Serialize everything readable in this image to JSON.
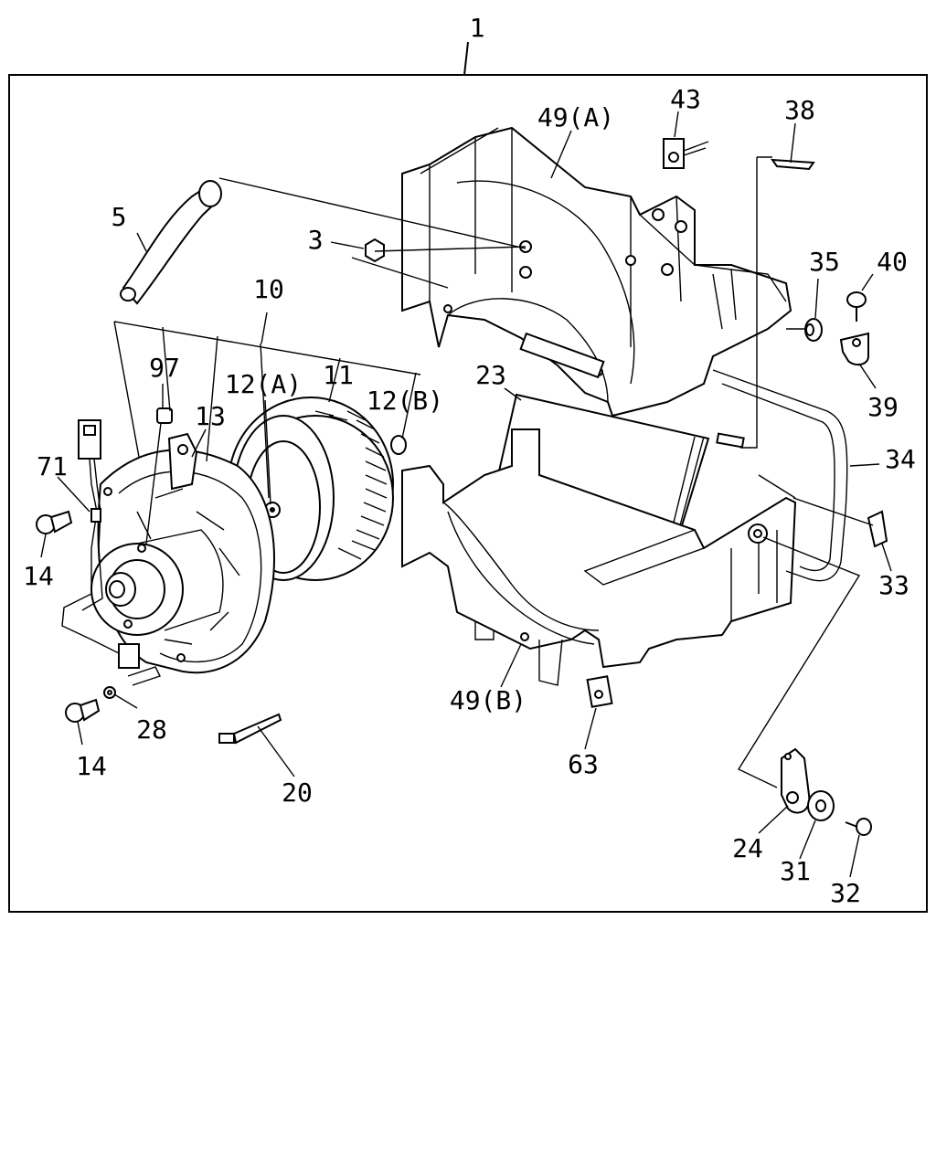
{
  "diagram": {
    "callouts": {
      "assembly": "1",
      "c3": "3",
      "c5": "5",
      "c10": "10",
      "c11": "11",
      "c12a": "12(A)",
      "c12b": "12(B)",
      "c13": "13",
      "c14_upper": "14",
      "c14_lower": "14",
      "c20": "20",
      "c23": "23",
      "c24": "24",
      "c28": "28",
      "c31": "31",
      "c32": "32",
      "c33": "33",
      "c34": "34",
      "c35": "35",
      "c38": "38",
      "c39": "39",
      "c40": "40",
      "c43": "43",
      "c49a": "49(A)",
      "c49b": "49(B)",
      "c63": "63",
      "c71": "71",
      "c97": "97"
    },
    "colors": {
      "ink": "#000000",
      "paper": "#ffffff"
    }
  }
}
